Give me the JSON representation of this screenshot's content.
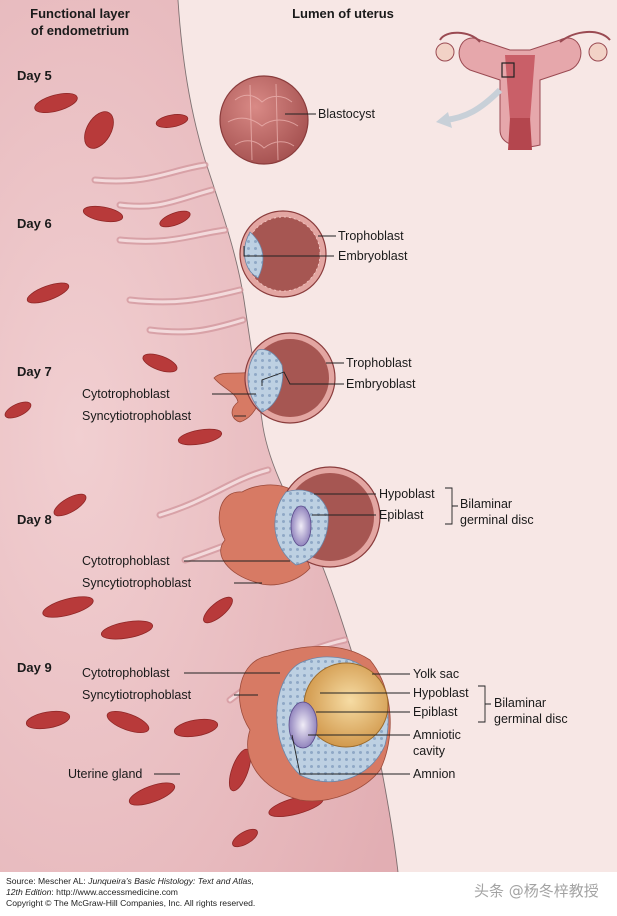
{
  "headers": {
    "left": [
      "Functional layer",
      "of endometrium"
    ],
    "right": "Lumen of uterus"
  },
  "days": [
    "Day 5",
    "Day 6",
    "Day 7",
    "Day 8",
    "Day 9"
  ],
  "labels": {
    "day5_blastocyst": "Blastocyst",
    "day6_trophoblast": "Trophoblast",
    "day6_embryoblast": "Embryoblast",
    "day7_trophoblast": "Trophoblast",
    "day7_embryoblast": "Embryoblast",
    "day7_cytotrophoblast": "Cytotrophoblast",
    "day7_syncytiotrophoblast": "Syncytiotrophoblast",
    "day8_hypoblast": "Hypoblast",
    "day8_epiblast": "Epiblast",
    "day8_bilaminar": [
      "Bilaminar",
      "germinal disc"
    ],
    "day8_cytotrophoblast": "Cytotrophoblast",
    "day8_syncytiotrophoblast": "Syncytiotrophoblast",
    "day9_cytotrophoblast": "Cytotrophoblast",
    "day9_syncytiotrophoblast": "Syncytiotrophoblast",
    "day9_yolk_sac": "Yolk sac",
    "day9_hypoblast": "Hypoblast",
    "day9_epiblast": "Epiblast",
    "day9_bilaminar": [
      "Bilaminar",
      "germinal disc"
    ],
    "day9_amniotic_cavity": [
      "Amniotic",
      "cavity"
    ],
    "day9_amnion": "Amnion",
    "uterine_gland": "Uterine gland"
  },
  "footer": {
    "source_prefix": "Source: Mescher AL: ",
    "source_title": "Junqueira's Basic Histology: Text and Atlas,",
    "edition": "12th Edition",
    "edition_suffix": ": http://www.accessmedicine.com",
    "copyright": "Copyright © The McGraw-Hill Companies, Inc. All rights reserved."
  },
  "watermark": "头条 @杨冬梓教授",
  "colors": {
    "tissue": "#e8bcc0",
    "lumen": "#f6e6e4",
    "vessel": "#b83a3a",
    "cytotrophoblast": "#b8cde0",
    "syncytio": "#d77a64",
    "yolk": "#e8b66e",
    "cavity": "#9d90c4"
  }
}
